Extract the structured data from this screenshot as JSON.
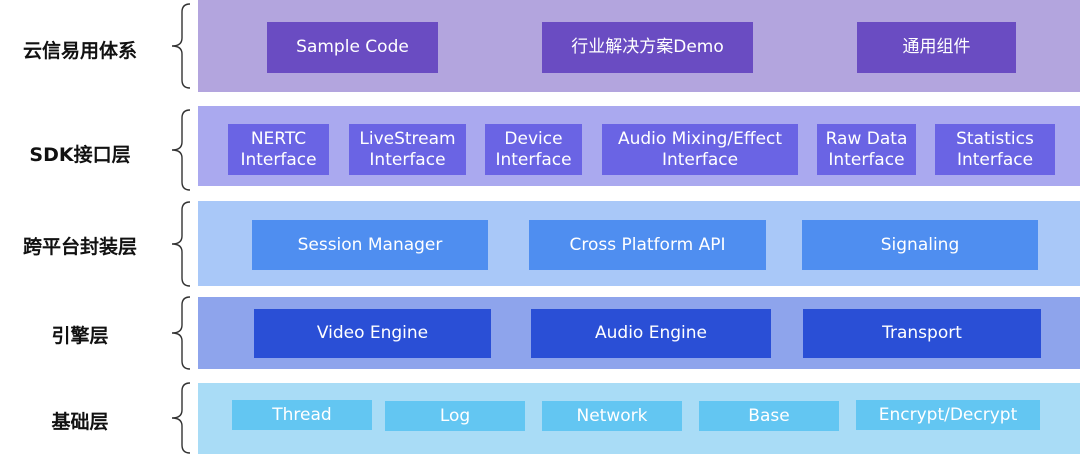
{
  "layers": [
    {
      "label": "云信易用体系",
      "band_color": "#b3a5de",
      "box_color": "#6a4cc2",
      "boxes": [
        "Sample Code",
        "行业解决方案Demo",
        "通用组件"
      ]
    },
    {
      "label": "SDK接口层",
      "band_color": "#aaa9ef",
      "box_color": "#6a64e4",
      "boxes": [
        "NERTC\nInterface",
        "LiveStream\nInterface",
        "Device\nInterface",
        "Audio Mixing/Effect\nInterface",
        "Raw Data\nInterface",
        "Statistics\nInterface"
      ]
    },
    {
      "label": "跨平台封装层",
      "band_color": "#a9c8f8",
      "box_color": "#4f8ef0",
      "boxes": [
        "Session Manager",
        "Cross Platform API",
        "Signaling"
      ]
    },
    {
      "label": "引擎层",
      "band_color": "#8ea4ec",
      "box_color": "#2a4fd6",
      "boxes": [
        "Video Engine",
        "Audio Engine",
        "Transport"
      ]
    },
    {
      "label": "基础层",
      "band_color": "#a9dcf6",
      "box_color": "#63c6f2",
      "boxes": [
        "Thread",
        "Log",
        "Network",
        "Base",
        "Encrypt/Decrypt"
      ]
    }
  ]
}
